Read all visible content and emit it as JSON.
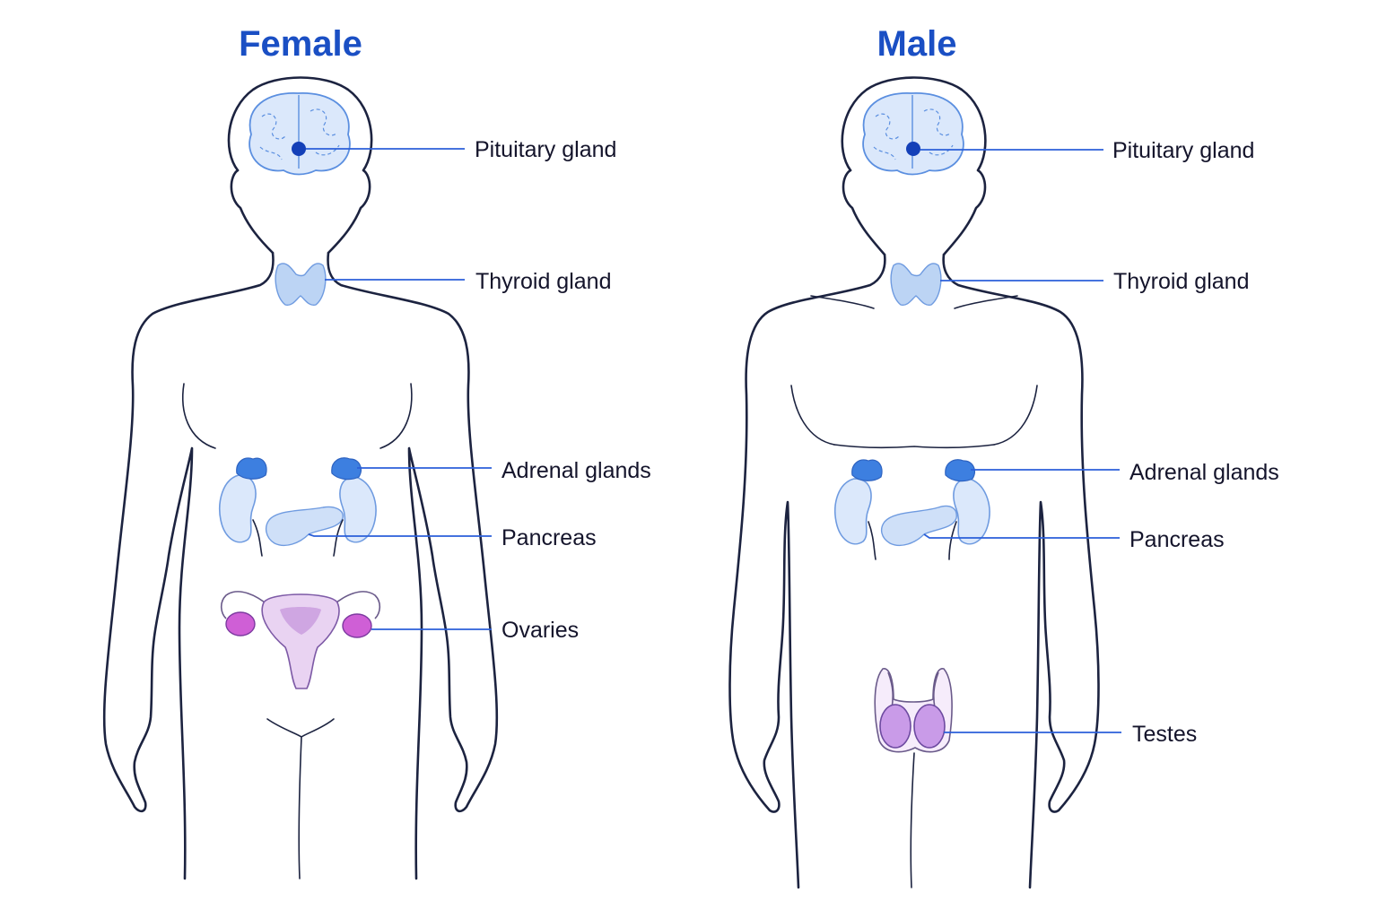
{
  "colors": {
    "title": "#1a4fc4",
    "outline": "#1c2340",
    "leader": "#2b5fd9",
    "gland_blue": "#bcd4f4",
    "gland_purple": "#cf5fd6"
  },
  "female": {
    "title": "Female",
    "labels": {
      "pituitary": "Pituitary gland",
      "thyroid": "Thyroid gland",
      "adrenal": "Adrenal glands",
      "pancreas": "Pancreas",
      "ovaries": "Ovaries"
    }
  },
  "male": {
    "title": "Male",
    "labels": {
      "pituitary": "Pituitary gland",
      "thyroid": "Thyroid gland",
      "adrenal": "Adrenal glands",
      "pancreas": "Pancreas",
      "testes": "Testes"
    }
  }
}
